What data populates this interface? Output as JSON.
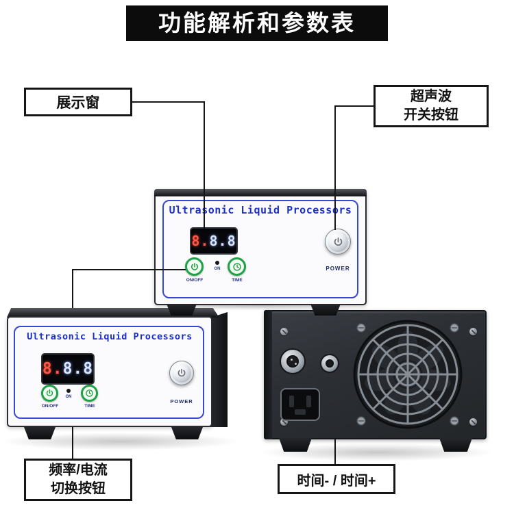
{
  "header": {
    "title": "功能解析和参数表"
  },
  "callouts": {
    "display_window": {
      "label": "展示窗"
    },
    "ultrasonic_switch": {
      "line1": "超声波",
      "line2": "开关按钮"
    },
    "freq_current_switch": {
      "line1": "频率/电流",
      "line2": "切换按钮"
    },
    "time_buttons": {
      "label": "时间- / 时间+"
    }
  },
  "devices": {
    "front_top": {
      "brand_title": "Ultrasonic Liquid Processors",
      "display_left_digit": "8.",
      "display_main_digits": "8.8",
      "onoff_label": "ON/OFF",
      "on_led_label": "ON",
      "time_label": "TIME",
      "power_label": "POWER"
    },
    "front_left": {
      "brand_title": "Ultrasonic Liquid Processors",
      "display_left_digit": "8.",
      "display_main_digits": "8.8",
      "onoff_label": "ON/OFF",
      "on_led_label": "ON",
      "time_label": "TIME",
      "power_label": "POWER"
    }
  },
  "icons": {
    "power_icon": "power-symbol",
    "clock_icon": "clock-face",
    "fan_icon": "cooling-fan-grille"
  },
  "colors": {
    "banner_bg": "#0c0c0c",
    "accent_blue": "#1b2ec9",
    "button_green": "#1fa246",
    "annotation_line": "#151515",
    "display_digit_blue": "#dbe6ff",
    "display_digit_red": "#ff5847"
  }
}
